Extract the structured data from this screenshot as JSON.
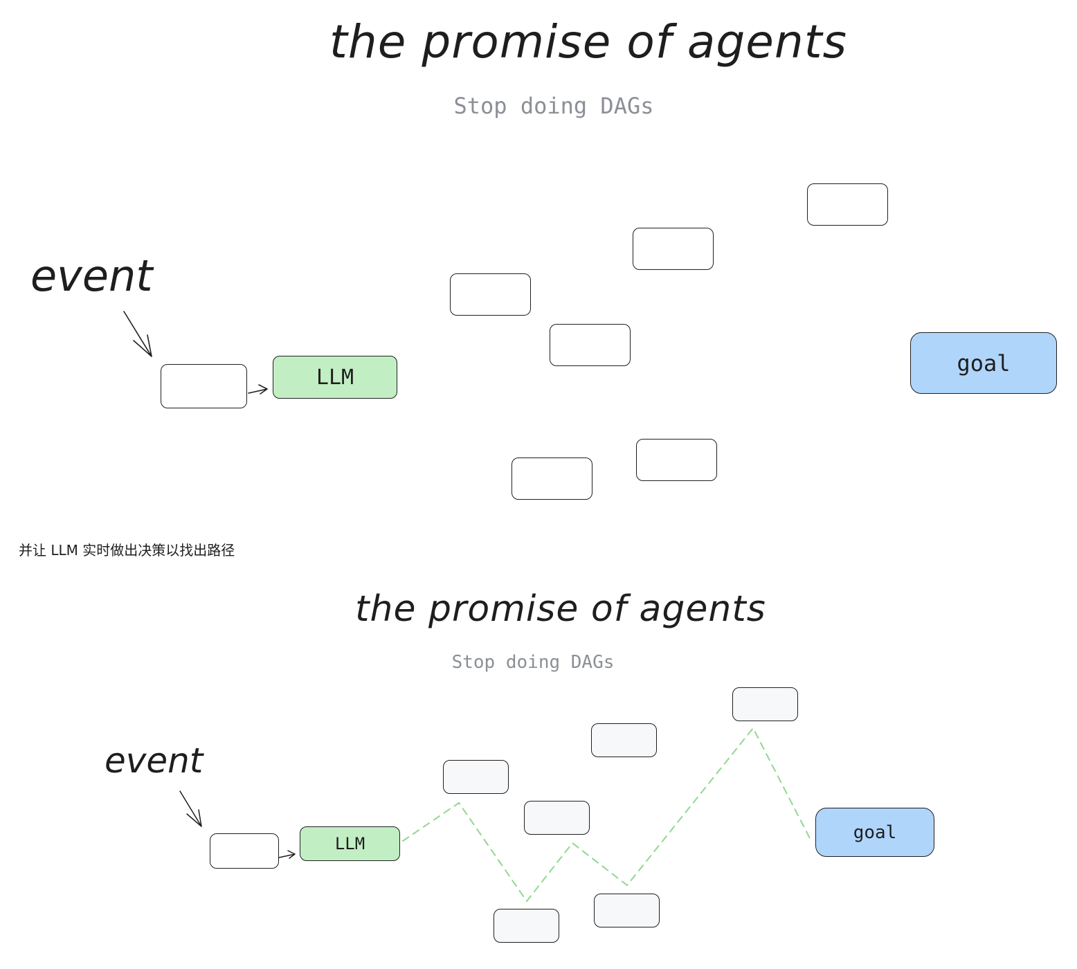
{
  "diagram_top": {
    "title": "the promise of agents",
    "subtitle": "Stop doing DAGs",
    "event_label": "event",
    "llm_label": "LLM",
    "goal_label": "goal",
    "colors": {
      "llm_fill": "#c2eec3",
      "goal_fill": "#b0d5fb",
      "stroke": "#1e1e1e"
    }
  },
  "caption": "并让 LLM 实时做出决策以找出路径",
  "diagram_bottom": {
    "title": "the promise of agents",
    "subtitle": "Stop doing DAGs",
    "event_label": "event",
    "llm_label": "LLM",
    "goal_label": "goal",
    "colors": {
      "llm_fill": "#c2eec3",
      "goal_fill": "#b0d5fb",
      "path_stroke": "#8fd88f",
      "node_fill": "#f7f8fa"
    }
  }
}
